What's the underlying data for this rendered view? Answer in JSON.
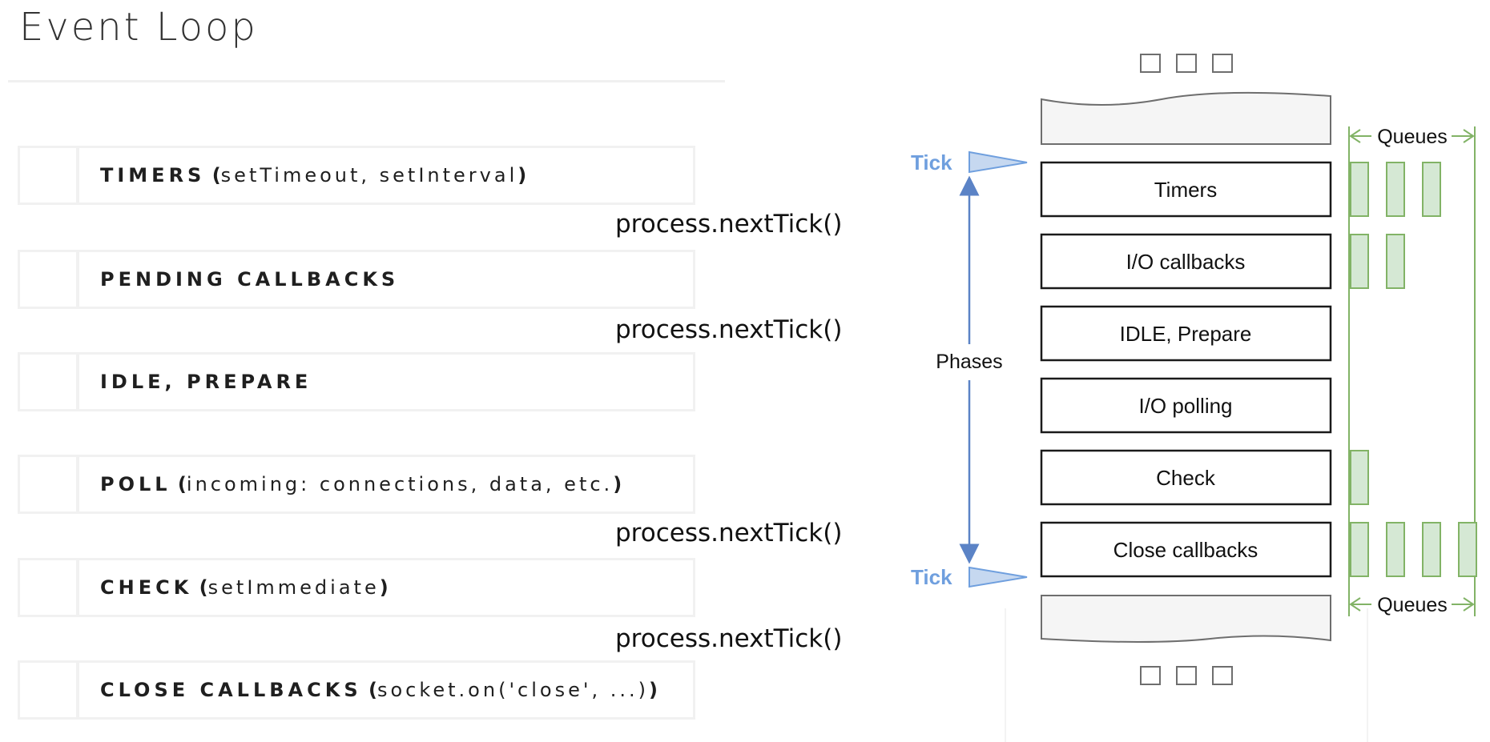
{
  "title": "Event Loop",
  "phases": [
    {
      "name": "TIMERS",
      "detail": "setTimeout, setInterval"
    },
    {
      "name": "PENDING CALLBACKS",
      "detail": ""
    },
    {
      "name": "IDLE, PREPARE",
      "detail": ""
    },
    {
      "name": "POLL",
      "detail": "incoming: connections, data, etc."
    },
    {
      "name": "CHECK",
      "detail": "setImmediate"
    },
    {
      "name": "CLOSE CALLBACKS",
      "detail": "socket.on('close', ...)"
    }
  ],
  "next_tick_label": "process.nextTick()",
  "diagram": {
    "phase_boxes": [
      "Timers",
      "I/O callbacks",
      "IDLE, Prepare",
      "I/O polling",
      "Check",
      "Close callbacks"
    ],
    "tick_label": "Tick",
    "phases_label": "Phases",
    "queues_label": "Queues",
    "queue_counts": [
      3,
      2,
      0,
      0,
      1,
      4
    ],
    "colors": {
      "tick": "#6f9fde",
      "tick_fill": "#c6d8f0",
      "arrow": "#5b83c6",
      "queue_stroke": "#82b366",
      "queue_fill": "#d5e8d4",
      "box_stroke": "#1a1a1a",
      "wave_fill": "#f5f5f5",
      "wave_stroke": "#6e6e6e"
    }
  }
}
